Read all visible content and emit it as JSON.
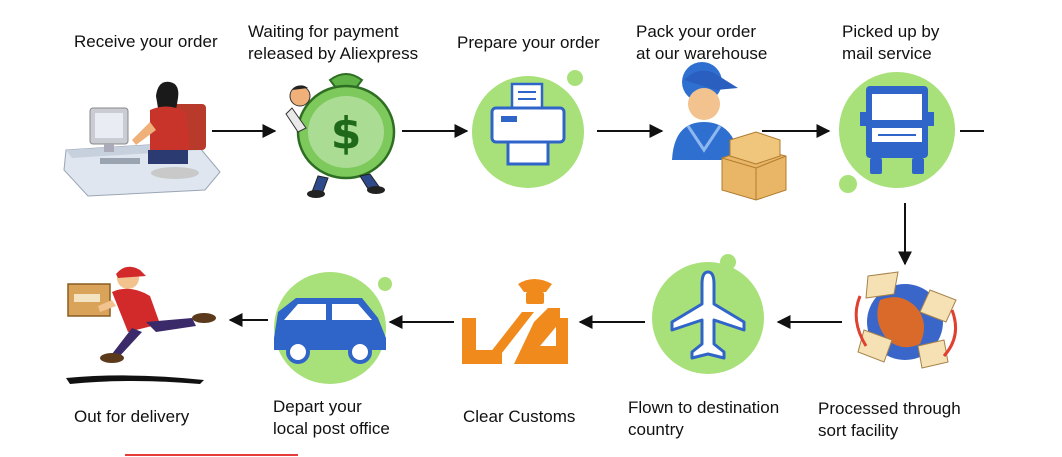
{
  "steps": [
    {
      "id": "receive",
      "label": [
        "Receive your order"
      ],
      "icon": "office-worker-computer-icon"
    },
    {
      "id": "waiting",
      "label": [
        "Waiting for payment",
        "released by Aliexpress"
      ],
      "icon": "money-bag-icon"
    },
    {
      "id": "prepare",
      "label": [
        "Prepare your order"
      ],
      "icon": "printer-icon"
    },
    {
      "id": "pack",
      "label": [
        "Pack your order",
        "at our warehouse"
      ],
      "icon": "warehouse-worker-boxes-icon"
    },
    {
      "id": "picked",
      "label": [
        "Picked up by",
        "mail service"
      ],
      "icon": "truck-front-icon"
    },
    {
      "id": "processed",
      "label": [
        "Processed through",
        "sort facility"
      ],
      "icon": "globe-mail-icon"
    },
    {
      "id": "flown",
      "label": [
        "Flown to destination",
        "country"
      ],
      "icon": "airplane-icon"
    },
    {
      "id": "customs",
      "label": [
        "Clear Customs"
      ],
      "icon": "customs-officer-icon"
    },
    {
      "id": "depart",
      "label": [
        "Depart your",
        "local post office"
      ],
      "icon": "van-icon"
    },
    {
      "id": "delivery",
      "label": [
        "Out for delivery"
      ],
      "icon": "running-courier-icon"
    }
  ],
  "colors": {
    "green": "#a8e07a",
    "green_dark": "#58b046",
    "blue": "#2f64c8",
    "orange": "#f08a1c",
    "arrow": "#111111"
  }
}
